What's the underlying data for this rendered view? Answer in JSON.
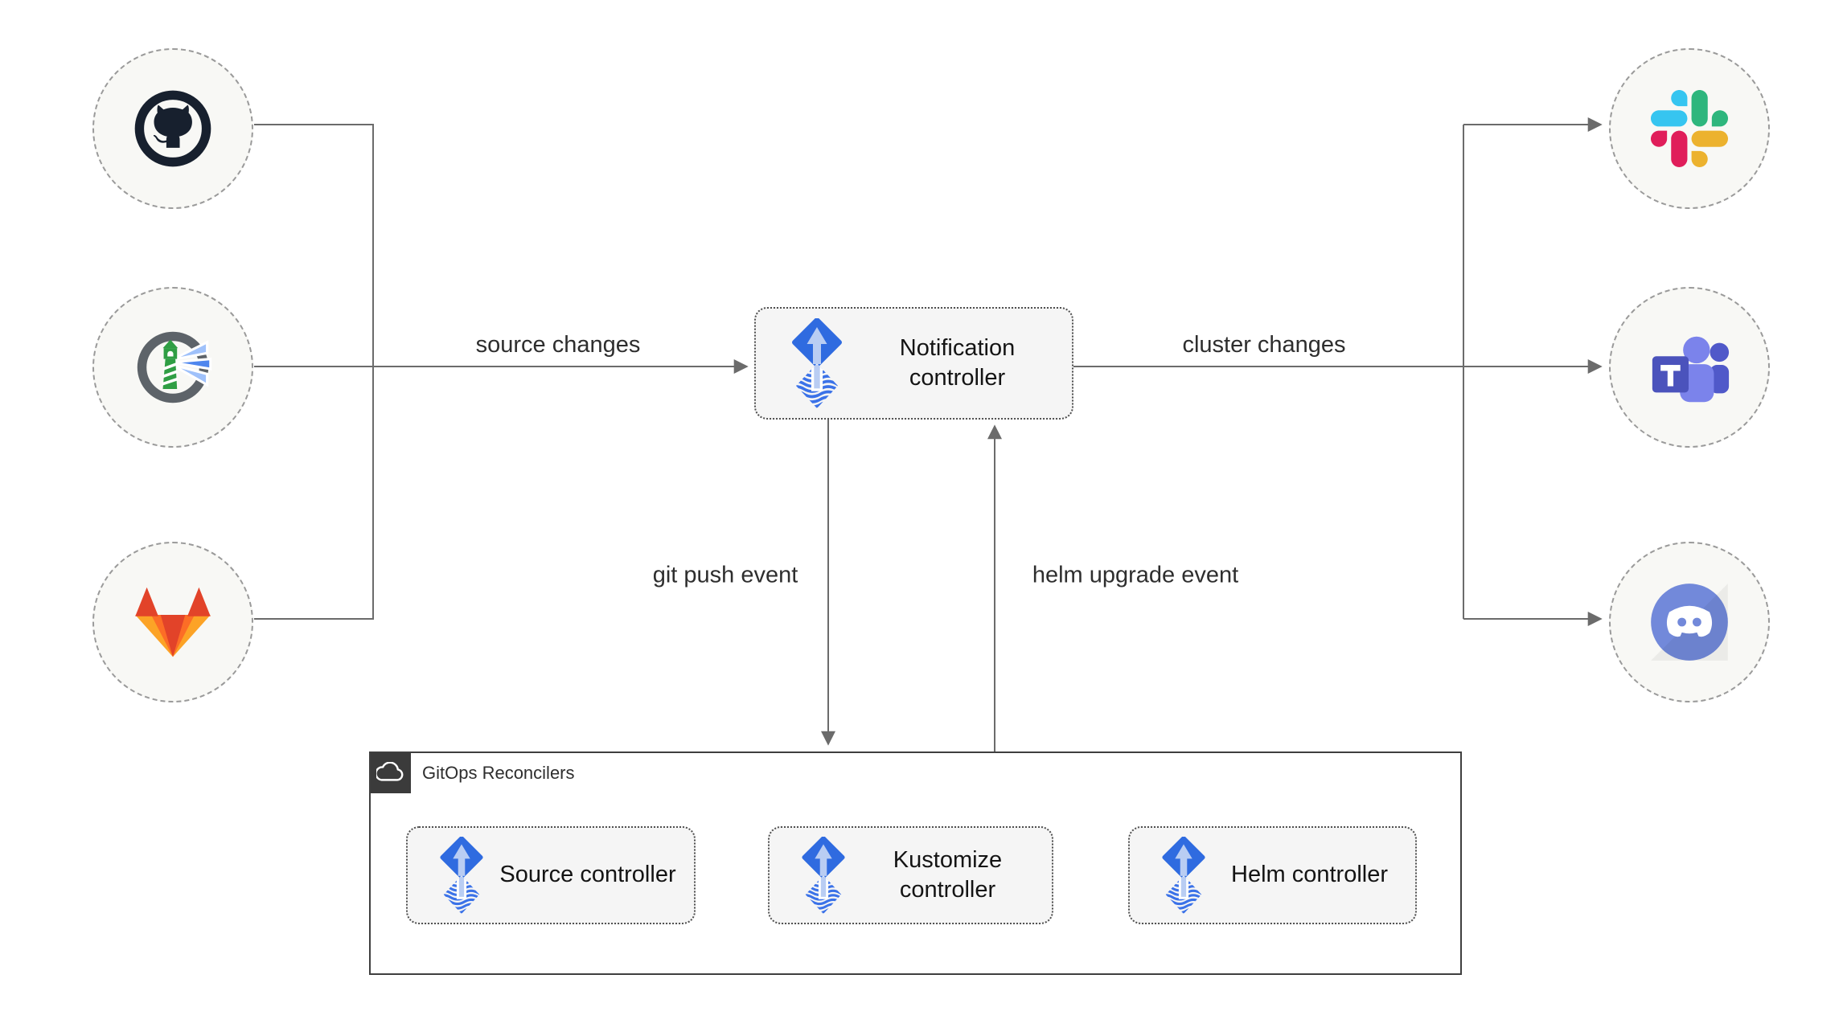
{
  "diagram_title": "",
  "nodes": {
    "notification": {
      "label": "Notification controller"
    },
    "source": {
      "label": "Source controller"
    },
    "kustomize": {
      "label": "Kustomize controller"
    },
    "helm": {
      "label": "Helm controller"
    }
  },
  "container": {
    "label": "GitOps Reconcilers",
    "corner_icon": "cloud-icon"
  },
  "edge_labels": {
    "source_changes": "source changes",
    "cluster_changes": "cluster changes",
    "git_push_event": "git push event",
    "helm_upgrade_event": "helm upgrade event"
  },
  "endpoints": {
    "left": [
      {
        "icon": "github-icon"
      },
      {
        "icon": "harbor-icon"
      },
      {
        "icon": "gitlab-icon"
      }
    ],
    "right": [
      {
        "icon": "slack-icon"
      },
      {
        "icon": "teams-icon"
      },
      {
        "icon": "discord-icon"
      }
    ]
  },
  "node_icon": "flux-icon",
  "colors": {
    "flux_blue": "#2F6BE0",
    "flux_wave_blue": "#3B72E8",
    "flux_arrow_light": "#B9CDF3",
    "line_gray": "#6B6B6B",
    "node_fill": "#F5F5F5",
    "circle_fill": "#F8F8F5",
    "circle_border": "#9A9A9A",
    "container_border": "#3F3F3F",
    "corner_square": "#3B3B3B",
    "github_dark": "#17202E",
    "gitlab_red": "#E24329",
    "gitlab_orange": "#FC6D26",
    "gitlab_yellow": "#FCA326",
    "slack_blue": "#36C5F0",
    "slack_green": "#2EB67D",
    "slack_red": "#E01E5A",
    "slack_yellow": "#ECB22E",
    "teams_purple": "#4B53BC",
    "teams_light_purple": "#7B83EB",
    "discord_blurple": "#7289DA",
    "harbor_green": "#2F9E44",
    "harbor_gray": "#5D6369",
    "harbor_beam_blue": "#4E86EE"
  }
}
